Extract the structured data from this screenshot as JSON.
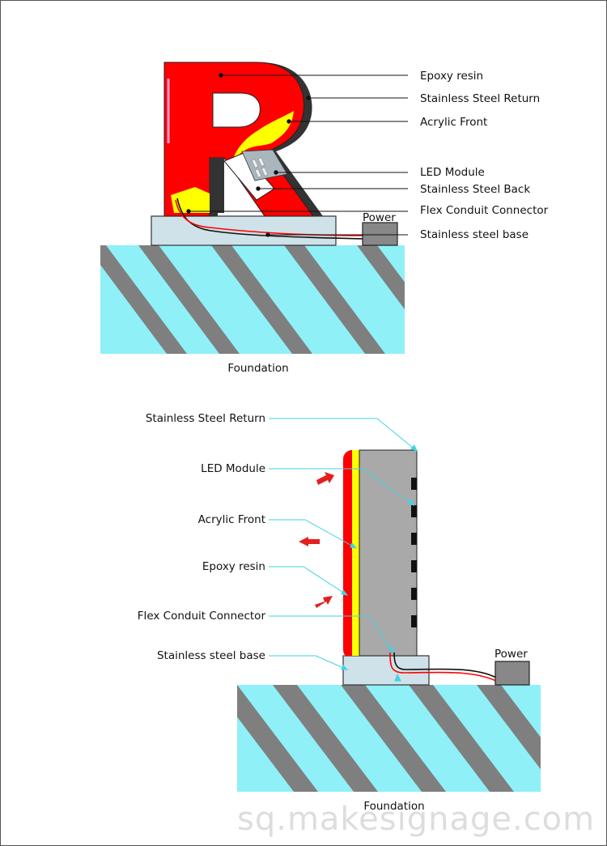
{
  "top_diagram": {
    "labels": {
      "epoxy_resin": "Epoxy resin",
      "stainless_return": "Stainless Steel Return",
      "acrylic_front": "Acrylic  Front",
      "led_module": "LED Module",
      "stainless_back": "Stainless Steel Back",
      "flex_conduit": "Flex Conduit Connector",
      "stainless_base": "Stainless steel base",
      "power": "Power",
      "foundation": "Foundation"
    },
    "letter": "R"
  },
  "bottom_diagram": {
    "labels": {
      "stainless_return": "Stainless Steel Return",
      "led_module": "LED Module",
      "acrylic_front": "Acrylic  Front",
      "epoxy_resin": "Epoxy resin",
      "flex_conduit": "Flex Conduit Connector",
      "stainless_base": "Stainless steel base",
      "power": "Power",
      "foundation": "Foundation"
    }
  },
  "watermark": "sq.makesignage.com",
  "colors": {
    "red": "#ff0000",
    "yellow": "#ffff00",
    "return_gray": "#a9a9a9",
    "base_blue": "#cfe1e9",
    "foundation_cyan": "#8ff0f8",
    "stripe_gray": "#7f7f7f",
    "power_gray": "#888888",
    "leader_cyan": "#3fd3e6"
  }
}
